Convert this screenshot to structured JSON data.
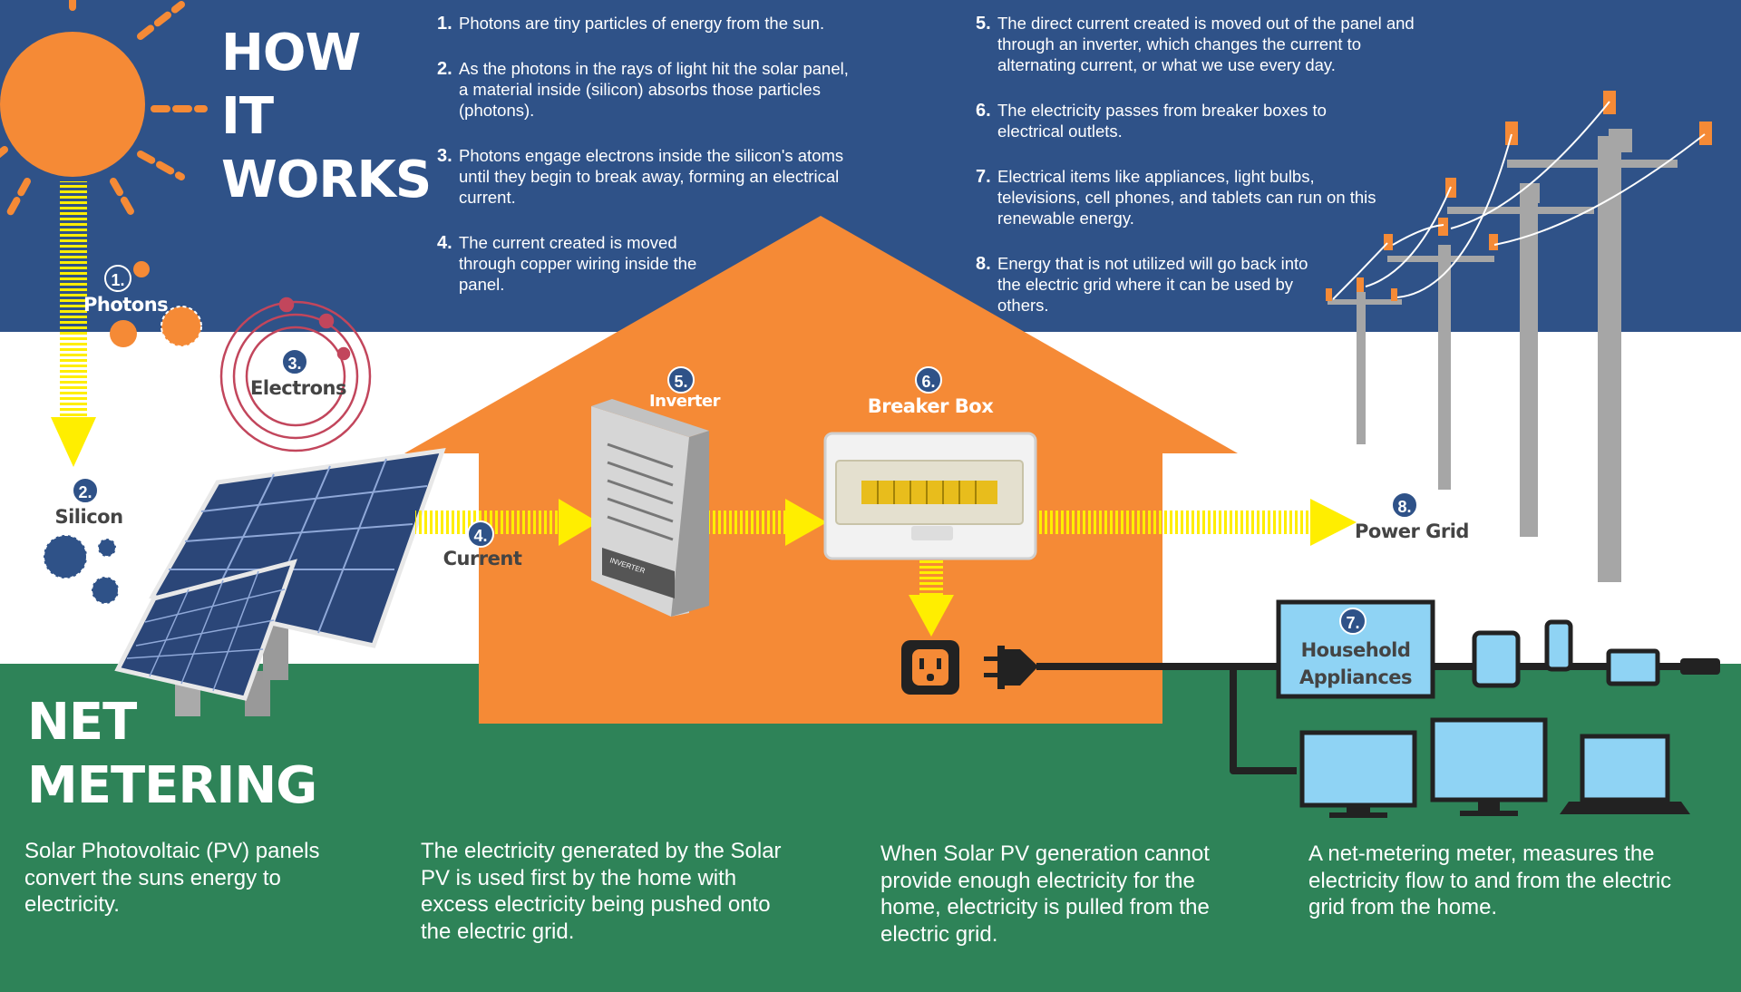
{
  "header": {
    "title_lines": [
      "HOW",
      "IT",
      "WORKS"
    ]
  },
  "steps": [
    {
      "num": "1.",
      "text": "Photons are tiny particles of energy from the sun."
    },
    {
      "num": "2.",
      "text": "As the photons in the rays of light hit the solar panel, a material inside (silicon) absorbs those particles (photons)."
    },
    {
      "num": "3.",
      "text": "Photons engage electrons inside the silicon's atoms until they begin to break away, forming an electrical current."
    },
    {
      "num": "4.",
      "text": "The current created is moved through copper wiring inside the panel."
    },
    {
      "num": "5.",
      "text": "The direct current created is moved out of the panel and through an inverter, which changes the current to alternating current, or what we use every day."
    },
    {
      "num": "6.",
      "text": "The electricity passes from breaker boxes to electrical outlets."
    },
    {
      "num": "7.",
      "text": "Electrical items like appliances, light bulbs, televisions, cell phones, and tablets can run on this renewable energy."
    },
    {
      "num": "8.",
      "text": "Energy that is not utilized will go back into the electric grid where it can be used by others."
    }
  ],
  "diagram_labels": {
    "photons": {
      "num": "1.",
      "label": "Photons"
    },
    "silicon": {
      "num": "2.",
      "label": "Silicon"
    },
    "electrons": {
      "num": "3.",
      "label": "Electrons"
    },
    "current": {
      "num": "4.",
      "label": "Current"
    },
    "inverter": {
      "num": "5.",
      "label": "Inverter"
    },
    "breaker_box": {
      "num": "6.",
      "label": "Breaker Box"
    },
    "appliances": {
      "num": "7.",
      "label_line1": "Household",
      "label_line2": "Appliances"
    },
    "power_grid": {
      "num": "8.",
      "label": "Power Grid"
    },
    "inverter_plate": "INVERTER"
  },
  "net_metering": {
    "title_lines": [
      "NET",
      "METERING"
    ],
    "paragraphs": [
      "Solar Photovoltaic (PV) panels convert the suns energy to electricity.",
      "The electricity generated by the Solar PV is used first by the home with excess electricity being pushed onto the electric grid.",
      "When Solar PV generation cannot provide enough electricity for the home, electricity is pulled from the electric grid.",
      "A net-metering meter, measures the electricity flow to and from the electric grid from the home."
    ]
  },
  "colors": {
    "top_band": "#2f5288",
    "ground": "#2e8358",
    "house": "#f58a36",
    "sun": "#f58a36",
    "arrow": "#ffee00",
    "badge": "#2f5288",
    "screen": "#8fd3f4",
    "electron_rings": "#c2465c"
  },
  "icons": [
    "sun-icon",
    "solar-panel-icon",
    "inverter-icon",
    "breaker-box-icon",
    "outlet-icon",
    "plug-icon",
    "power-pole-icon",
    "tablet-icon",
    "phone-icon",
    "monitor-icon",
    "laptop-icon"
  ]
}
